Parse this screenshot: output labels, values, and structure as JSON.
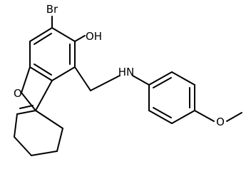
{
  "molecule": {
    "atoms": {
      "bromine": "Br",
      "hydroxyl": "OH",
      "furan_oxygen": "O",
      "amine": "HN",
      "methoxy_oxygen": "O"
    },
    "colors": {
      "bond": "#000000",
      "label": "#000000",
      "background": "#ffffff"
    }
  }
}
